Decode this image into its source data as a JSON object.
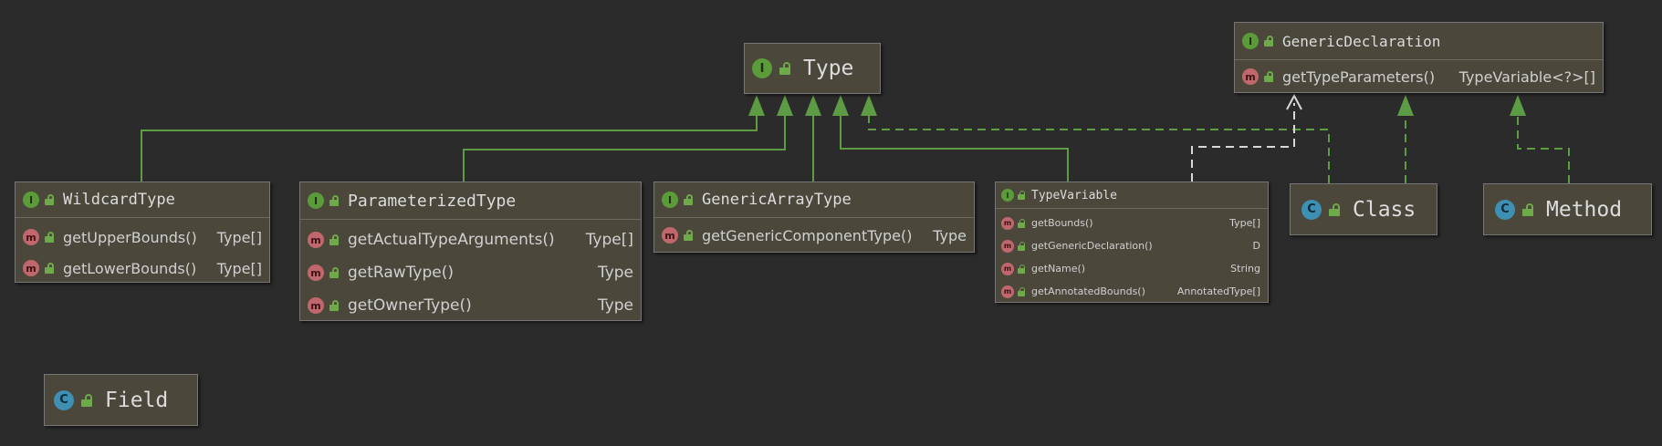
{
  "colors": {
    "background": "#2b2b2b",
    "node_fill": "#4b473b",
    "interface_badge": "#5b9b3a",
    "class_badge": "#3f8fb3",
    "method_badge": "#c0676d",
    "extends_edge": "#5d9b45",
    "implements_edge": "#5d9b45",
    "selected_edge": "#d8d8d8"
  },
  "nodes": {
    "type": {
      "title": "Type",
      "kind": "interface",
      "badge": "I"
    },
    "generic_declaration": {
      "title": "GenericDeclaration",
      "kind": "interface",
      "badge": "I",
      "members": [
        {
          "name": "getTypeParameters()",
          "type": "TypeVariable<?>[]",
          "badge": "m"
        }
      ]
    },
    "wildcard_type": {
      "title": "WildcardType",
      "kind": "interface",
      "badge": "I",
      "members": [
        {
          "name": "getUpperBounds()",
          "type": "Type[]",
          "badge": "m"
        },
        {
          "name": "getLowerBounds()",
          "type": "Type[]",
          "badge": "m"
        }
      ]
    },
    "parameterized_type": {
      "title": "ParameterizedType",
      "kind": "interface",
      "badge": "I",
      "members": [
        {
          "name": "getActualTypeArguments()",
          "type": "Type[]",
          "badge": "m"
        },
        {
          "name": "getRawType()",
          "type": "Type",
          "badge": "m"
        },
        {
          "name": "getOwnerType()",
          "type": "Type",
          "badge": "m"
        }
      ]
    },
    "generic_array_type": {
      "title": "GenericArrayType",
      "kind": "interface",
      "badge": "I",
      "members": [
        {
          "name": "getGenericComponentType()",
          "type": "Type",
          "badge": "m"
        }
      ]
    },
    "type_variable": {
      "title": "TypeVariable",
      "kind": "interface",
      "badge": "I",
      "members": [
        {
          "name": "getBounds()",
          "type": "Type[]",
          "badge": "m"
        },
        {
          "name": "getGenericDeclaration()",
          "type": "D",
          "badge": "m"
        },
        {
          "name": "getName()",
          "type": "String",
          "badge": "m"
        },
        {
          "name": "getAnnotatedBounds()",
          "type": "AnnotatedType[]",
          "badge": "m"
        }
      ]
    },
    "class": {
      "title": "Class",
      "kind": "class",
      "badge": "C"
    },
    "method": {
      "title": "Method",
      "kind": "class",
      "badge": "C"
    },
    "field": {
      "title": "Field",
      "kind": "class",
      "badge": "C"
    }
  },
  "relations": [
    {
      "from": "wildcard_type",
      "to": "type",
      "kind": "extends"
    },
    {
      "from": "parameterized_type",
      "to": "type",
      "kind": "extends"
    },
    {
      "from": "generic_array_type",
      "to": "type",
      "kind": "extends"
    },
    {
      "from": "type_variable",
      "to": "type",
      "kind": "extends"
    },
    {
      "from": "class",
      "to": "type",
      "kind": "implements"
    },
    {
      "from": "type_variable",
      "to": "generic_declaration",
      "kind": "dependency"
    },
    {
      "from": "class",
      "to": "generic_declaration",
      "kind": "implements"
    },
    {
      "from": "method",
      "to": "generic_declaration",
      "kind": "implements"
    }
  ]
}
